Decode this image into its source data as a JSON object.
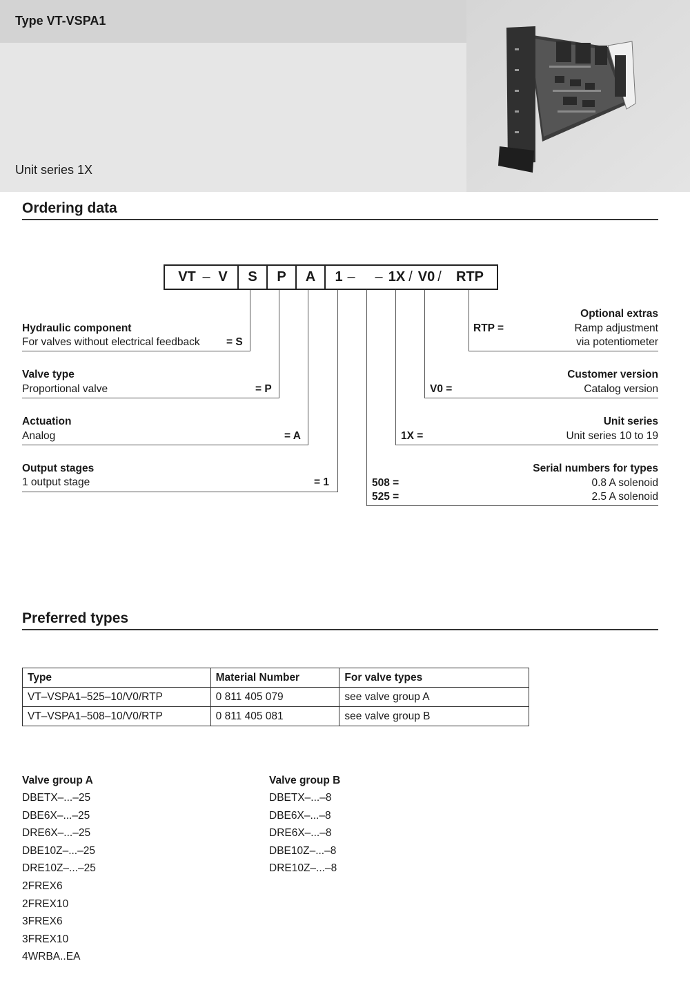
{
  "header": {
    "doc_type": "Type VT-VSPA1",
    "unit_series": "Unit series 1X"
  },
  "ordering": {
    "title": "Ordering data",
    "code": {
      "vt": "VT",
      "v": "V",
      "s": "S",
      "p": "P",
      "a": "A",
      "one": "1",
      "series": "1X",
      "v0": "V0",
      "rtp": "RTP"
    },
    "left_options": [
      {
        "title": "Hydraulic component",
        "desc": "For valves without electrical feedback",
        "code": "= S"
      },
      {
        "title": "Valve type",
        "desc": "Proportional valve",
        "code": "= P"
      },
      {
        "title": "Actuation",
        "desc": "Analog",
        "code": "= A"
      },
      {
        "title": "Output stages",
        "desc": "1 output stage",
        "code": "= 1"
      }
    ],
    "right_options": {
      "optional_extras": {
        "title": "Optional extras",
        "code": "RTP =",
        "desc1": "Ramp adjustment",
        "desc2": "via potentiometer"
      },
      "customer_version": {
        "title": "Customer version",
        "code": "V0 =",
        "desc": "Catalog version"
      },
      "unit_series": {
        "title": "Unit series",
        "code": "1X =",
        "desc": "Unit series 10 to 19"
      },
      "serial_numbers": {
        "title": "Serial numbers for types",
        "code1": "508 =",
        "desc1": "0.8 A solenoid",
        "code2": "525 =",
        "desc2": "2.5 A solenoid"
      }
    }
  },
  "preferred": {
    "title": "Preferred types",
    "columns": [
      "Type",
      "Material Number",
      "For valve types"
    ],
    "rows": [
      [
        "VT–VSPA1–525–10/V0/RTP",
        "0 811 405 079",
        "see valve group A"
      ],
      [
        "VT–VSPA1–508–10/V0/RTP",
        "0 811 405 081",
        "see valve group B"
      ]
    ]
  },
  "valve_groups": {
    "a": {
      "title": "Valve group A",
      "items": [
        "DBETX–...–25",
        "DBE6X–...–25",
        "DRE6X–...–25",
        "DBE10Z–...–25",
        "DRE10Z–...–25",
        "2FREX6",
        "2FREX10",
        "3FREX6",
        "3FREX10",
        "4WRBA..EA"
      ]
    },
    "b": {
      "title": "Valve group B",
      "items": [
        "DBETX–...–8",
        "DBE6X–...–8",
        "DRE6X–...–8",
        "DBE10Z–...–8",
        "DRE10Z–...–8"
      ]
    }
  },
  "colors": {
    "header_band": "#e6e6e6",
    "header_top": "#d3d3d3",
    "rule": "#333333"
  }
}
